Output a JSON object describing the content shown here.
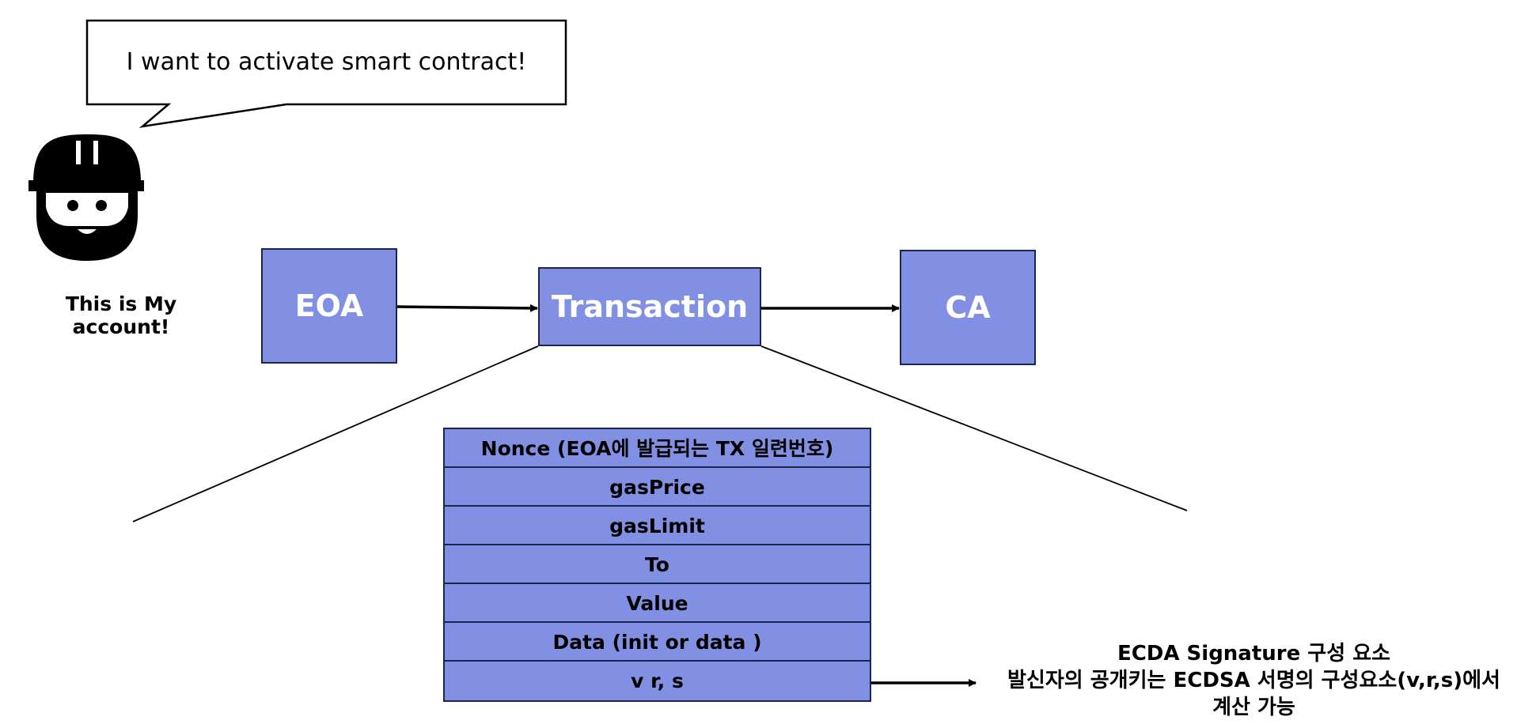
{
  "speech": {
    "text": "I want to activate smart contract!"
  },
  "user": {
    "icon": "worker-helmet-icon",
    "label": "This is My account!"
  },
  "flow": {
    "eoa": "EOA",
    "transaction": "Transaction",
    "ca": "CA"
  },
  "transaction_fields": [
    "Nonce (EOA에 발급되는 TX 일련번호)",
    "gasPrice",
    "gasLimit",
    "To",
    "Value",
    "Data (init or data )",
    "v r, s"
  ],
  "signature_note": {
    "line1": "ECDA Signature 구성 요소",
    "line2": "발신자의 공개키는 ECDSA 서명의 구성요소(v,r,s)에서",
    "line3": "계산 가능"
  },
  "colors": {
    "box_fill": "#8190e2",
    "box_border": "#1a2550",
    "box_text": "#ffffff"
  }
}
